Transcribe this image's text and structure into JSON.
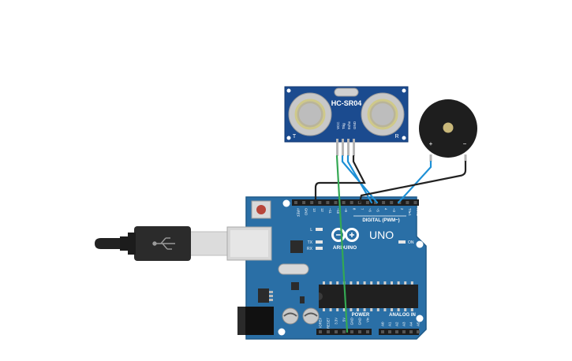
{
  "sensor": {
    "model": "HC-SR04",
    "t_mark": "T",
    "r_mark": "R",
    "pins": [
      "VCC",
      "Trig",
      "Echo",
      "GND"
    ]
  },
  "buzzer": {
    "plus": "+",
    "minus": "−"
  },
  "arduino": {
    "brand": "ARDUINO",
    "model": "UNO",
    "on_label": "ON",
    "led_l": "L",
    "led_tx": "TX",
    "led_rx": "RX",
    "digital_label": "DIGITAL (PWM~)",
    "power_label": "POWER",
    "analog_label": "ANALOG IN",
    "top_pins": [
      "AREF",
      "GND",
      "13",
      "12",
      "~11",
      "~10",
      "~9",
      "8",
      "7",
      "~6",
      "~5",
      "4",
      "~3",
      "2",
      "TX▸1",
      "RX◂0"
    ],
    "power_pins": [
      "IOREF",
      "RESET",
      "3.3V",
      "5V",
      "GND",
      "GND",
      "Vin"
    ],
    "analog_pins": [
      "A0",
      "A1",
      "A2",
      "A3",
      "A4",
      "A5"
    ]
  },
  "colors": {
    "board": "#2a6fa6",
    "board_dark": "#1f5a88",
    "sensor_board": "#1b4b8f",
    "wire_green": "#34a853",
    "wire_blue": "#1e90d6",
    "wire_black": "#222222",
    "buzzer_body": "#1e1e1e",
    "buzzer_center": "#c9b87a"
  }
}
